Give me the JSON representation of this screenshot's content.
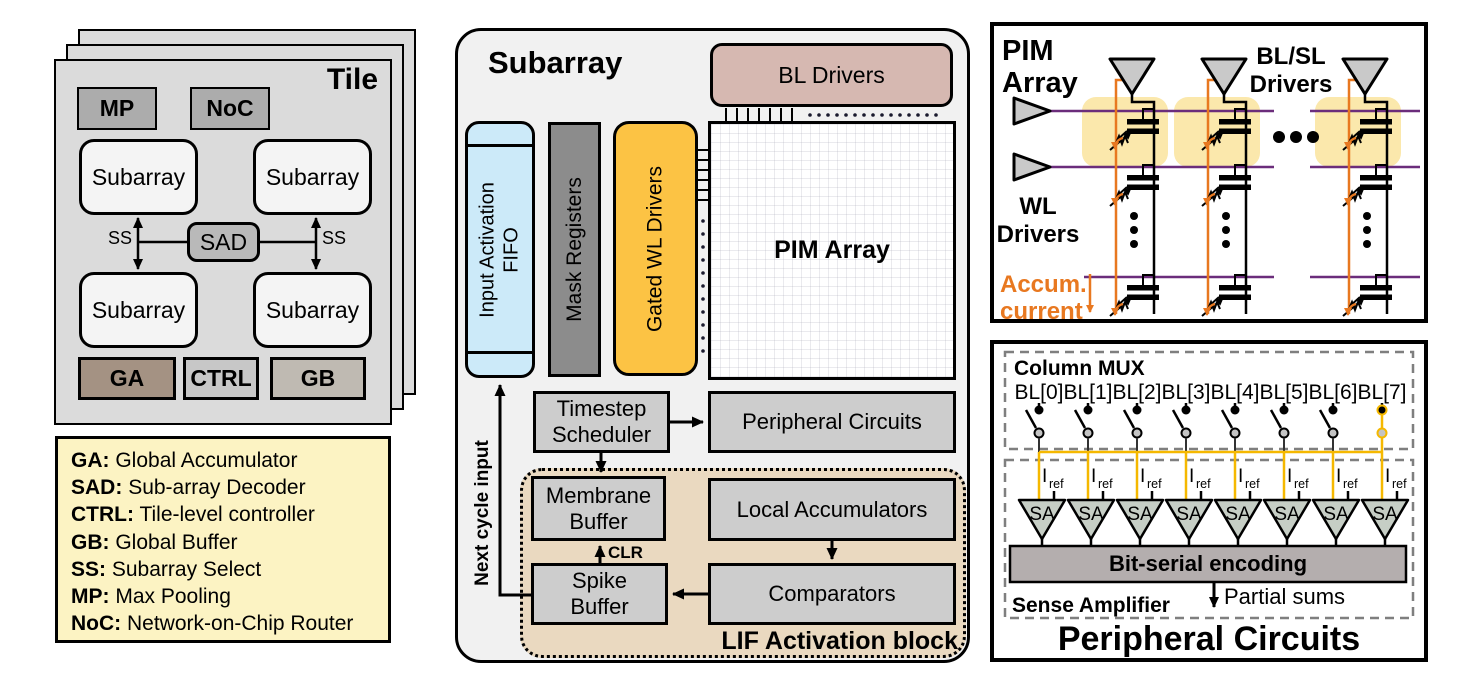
{
  "tile": {
    "title": "Tile",
    "mp": "MP",
    "noc": "NoC",
    "subarrays": [
      "Subarray",
      "Subarray",
      "Subarray",
      "Subarray"
    ],
    "sad": "SAD",
    "ss_left": "SS",
    "ss_right": "SS",
    "ga": "GA",
    "ctrl": "CTRL",
    "gb": "GB"
  },
  "legend": {
    "items": [
      {
        "abbr": "GA:",
        "desc": "Global Accumulator"
      },
      {
        "abbr": "SAD:",
        "desc": "Sub-array Decoder"
      },
      {
        "abbr": "CTRL:",
        "desc": "Tile-level controller"
      },
      {
        "abbr": "GB:",
        "desc": "Global Buffer"
      },
      {
        "abbr": "SS:",
        "desc": "Subarray Select"
      },
      {
        "abbr": "MP:",
        "desc": "Max Pooling"
      },
      {
        "abbr": "NoC:",
        "desc": "Network-on-Chip Router"
      }
    ]
  },
  "subarray_panel": {
    "title": "Subarray",
    "bl_drivers": "BL Drivers",
    "fifo_line1": "Input Activation",
    "fifo_line2": "FIFO",
    "mask_registers": "Mask Registers",
    "gated_wl_drivers": "Gated WL Drivers",
    "pim_array": "PIM Array",
    "timestep_line1": "Timestep",
    "timestep_line2": "Scheduler",
    "peripheral_circuits": "Peripheral Circuits",
    "membrane_line1": "Membrane",
    "membrane_line2": "Buffer",
    "local_accumulators": "Local Accumulators",
    "spike_line1": "Spike",
    "spike_line2": "Buffer",
    "comparators": "Comparators",
    "clr": "CLR",
    "lif_label": "LIF Activation block",
    "next_cycle_input": "Next cycle input"
  },
  "pim_panel": {
    "title_line1": "PIM",
    "title_line2": "Array",
    "blsl_line1": "BL/SL",
    "blsl_line2": "Drivers",
    "wl_line1": "WL",
    "wl_line2": "Drivers",
    "accum_line1": "Accum.",
    "accum_line2": "current"
  },
  "periph_panel": {
    "column_mux": "Column MUX",
    "bl_labels": [
      "BL[0]",
      "BL[1]",
      "BL[2]",
      "BL[3]",
      "BL[4]",
      "BL[5]",
      "BL[6]",
      "BL[7]"
    ],
    "iref_i": "I",
    "iref_sub": "ref",
    "sa": "SA",
    "bit_serial": "Bit-serial encoding",
    "partial_sums": "Partial sums",
    "sense_amplifier": "Sense Amplifier",
    "title": "Peripheral Circuits"
  },
  "colors": {
    "accent_orange": "#E87820",
    "wl_purple": "#6B2D7B",
    "mux_yellow": "#F5B800",
    "fifo_blue": "#CCEAF9",
    "gated_yellow": "#FCC344",
    "bl_drivers_pink": "#D6B8B1",
    "lif_tan": "#EAD9C0",
    "legend_yellow": "#FCF3C3",
    "highlight_yellow": "#FBE8AC"
  }
}
